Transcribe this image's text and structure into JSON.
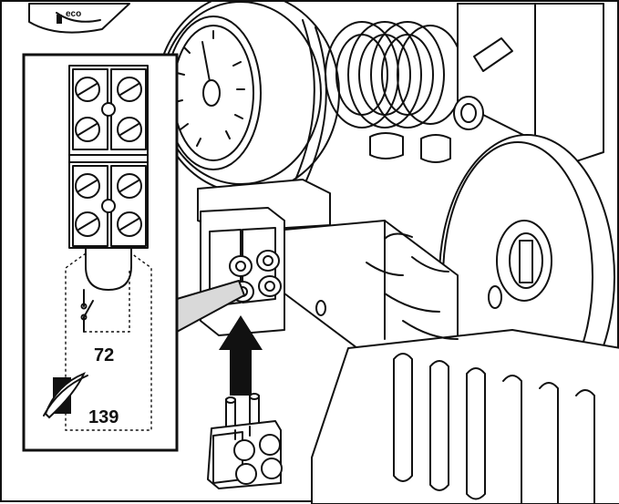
{
  "figure": {
    "labels": {
      "switch_label": "72",
      "sensor_label": "139",
      "brand_fragment": "eco"
    }
  }
}
